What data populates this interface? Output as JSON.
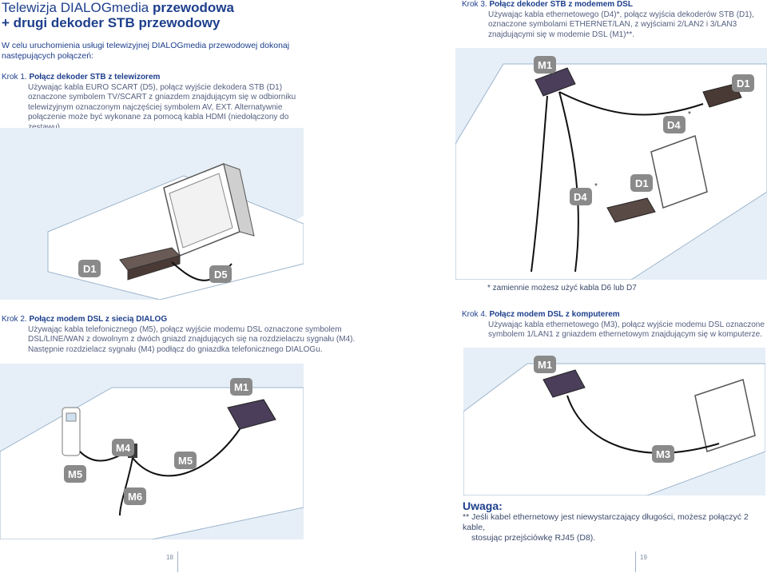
{
  "title": {
    "line1_plain": "Telewizja DIALOGmedia ",
    "line1_bold": "przewodowa",
    "line2": "+ drugi dekoder STB przewodowy"
  },
  "intro": "W celu uruchomienia usługi telewizyjnej DIALOGmedia przewodowej dokonaj następujących połączeń:",
  "steps": [
    {
      "prefix": "Krok 1.",
      "heading": "Połącz dekoder STB z telewizorem",
      "body": "Używając kabla EURO SCART (D5), połącz wyjście dekodera STB (D1) oznaczone symbolem TV/SCART z gniazdem znajdującym się w odbiorniku telewizyjnym oznaczonym najczęściej symbolem AV, EXT. Alternatywnie połączenie może być wykonane za pomocą kabla HDMI (niedołączony do zestawu)."
    },
    {
      "prefix": "Krok 2.",
      "heading": "Połącz modem DSL z siecią DIALOG",
      "body": "Używając kabla telefonicznego (M5), połącz wyjście modemu DSL oznaczone symbolem DSL/LINE/WAN z dowolnym z dwóch gniazd znajdujących się na rozdzielaczu sygnału (M4). Następnie rozdzielacz sygnału (M4) podłącz do gniazdka telefonicznego DIALOGu."
    },
    {
      "prefix": "Krok 3.",
      "heading": "Połącz dekoder STB z modemem DSL",
      "body": "Używając kabla ethernetowego (D4)*, połącz wyjścia dekoderów STB (D1), oznaczone symbolami ETHERNET/LAN, z wyjściami 2/LAN2 i 3/LAN3 znajdującymi się w modemie DSL (M1)**."
    },
    {
      "prefix": "Krok 4.",
      "heading": "Połącz modem DSL z komputerem",
      "body": "Używając kabla ethernetowego (M3), połącz wyjście modemu DSL oznaczone symbolem 1/LAN1 z gniazdem ethernetowym znajdującym się w komputerze."
    }
  ],
  "labels": {
    "d1": "D1",
    "d5": "D5",
    "m1": "M1",
    "d4": "D4",
    "m4": "M4",
    "m5": "M5",
    "m6": "M6",
    "m3": "M3",
    "star": "*"
  },
  "note": "* zamiennie możesz użyć kabla D6 lub D7",
  "uwaga": {
    "title": "Uwaga:",
    "line1": "** Jeśli kabel ethernetowy jest niewystarczający długości, możesz połączyć 2 kable,",
    "line2": "stosując przejściówkę RJ45 (D8)."
  },
  "pages": {
    "left": "18",
    "right": "19"
  },
  "colors": {
    "heading": "#1d3f8c",
    "text": "#556080",
    "wall": "#d9e6f2",
    "label_box": "#8a8a8a"
  }
}
